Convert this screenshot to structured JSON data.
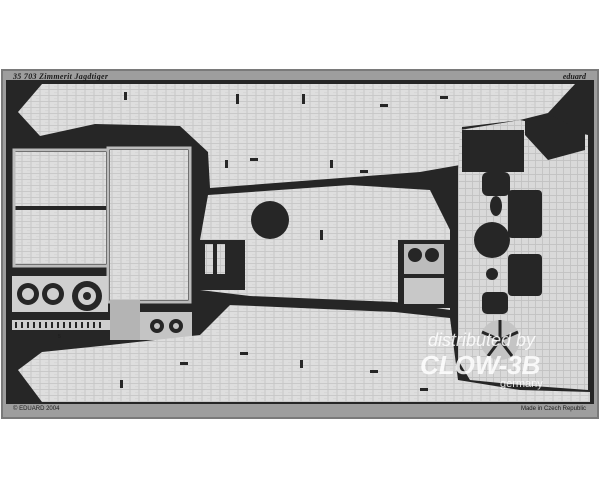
{
  "fret": {
    "title": "35 703  Zimmerit Jagdtiger",
    "brand": "eduard",
    "copyright": "© EDUARD 2004",
    "origin": "Made in Czech Republic",
    "marker": "5"
  },
  "watermark": {
    "line1": "distributed by",
    "line2": "CLOW-3B",
    "line3": "germany"
  },
  "colors": {
    "background": "#ffffff",
    "metal_light": "#dcdcdc",
    "metal_mid": "#b4b4b4",
    "fret_dark": "#262626",
    "watermark": "#ffffff"
  }
}
